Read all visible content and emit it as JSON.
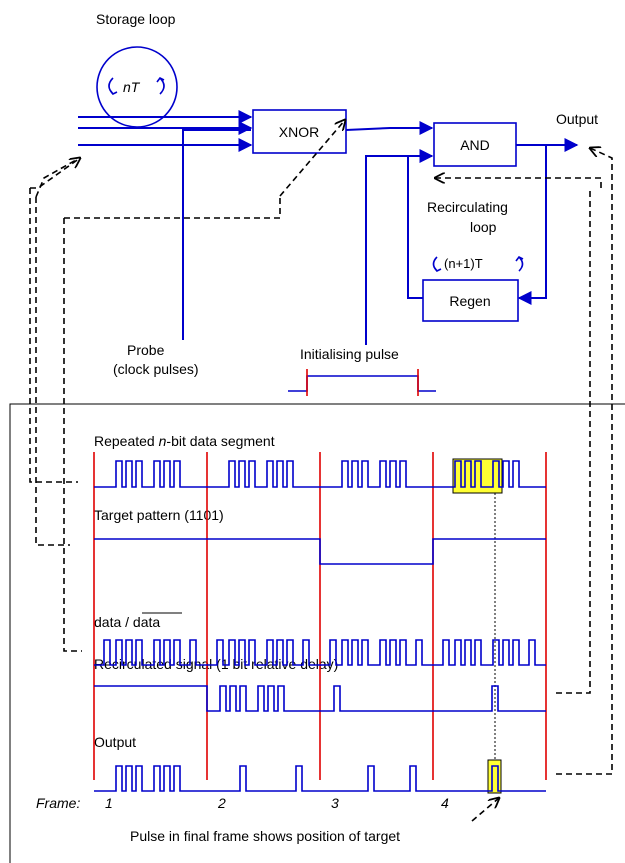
{
  "top": {
    "storage_loop": "Storage loop",
    "storage_delay": "nT",
    "xnor": "XNOR",
    "and_gate": "AND",
    "output": "Output",
    "recirc_line1": "Recirculating",
    "recirc_line2": "loop",
    "recirc_delay": "(n+1)T",
    "regen": "Regen",
    "probe_line1": "Probe",
    "probe_line2": "(clock pulses)",
    "init_pulse": "Initialising pulse"
  },
  "timing": {
    "rows": [
      {
        "label_pre": "Repeated ",
        "label_italic": "n",
        "label_post": "-bit data segment"
      },
      {
        "label": "Target pattern (1101)"
      },
      {
        "label": "data / data"
      },
      {
        "label": "Recirculated signal (1 bit relative delay)"
      },
      {
        "label": "Output"
      }
    ],
    "frame_label": "Frame:",
    "frames": [
      "1",
      "2",
      "3",
      "4"
    ],
    "caption": "Pulse in final frame shows position of target"
  },
  "colors": {
    "signal": "#0000cc",
    "frame_marker": "#e00000",
    "highlight": "#ffff33"
  }
}
